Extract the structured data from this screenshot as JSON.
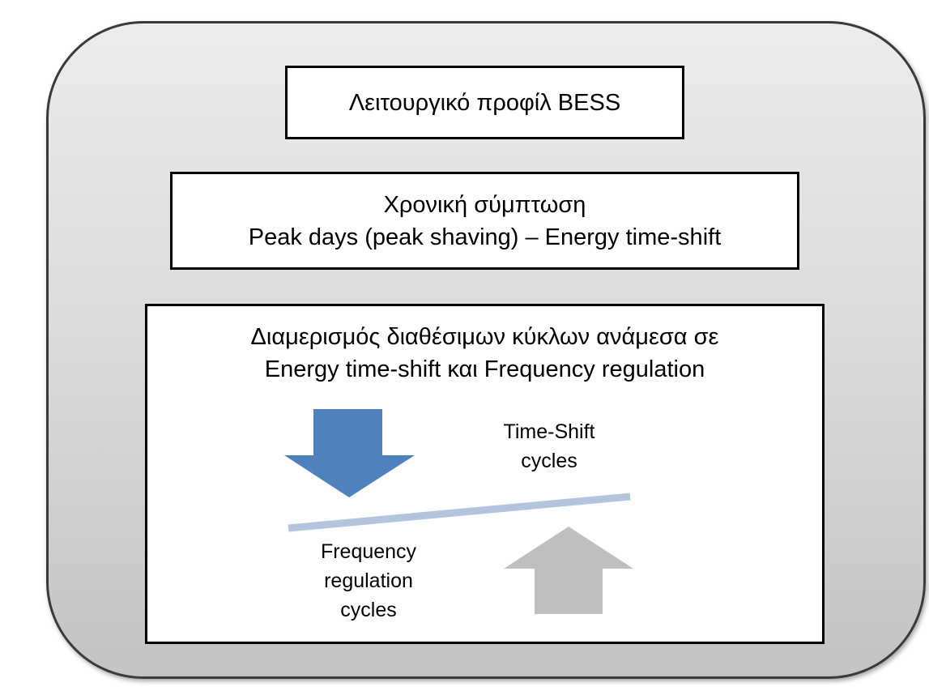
{
  "title_box": {
    "text": "Λειτουργικό προφίλ BESS"
  },
  "sync_box": {
    "line1": "Χρονική σύμπτωση",
    "line2": "Peak days (peak shaving) – Energy time-shift"
  },
  "allocation_box": {
    "line1": "Διαμερισμός διαθέσιμων κύκλων ανάμεσα   σε",
    "line2": "Energy time-shift και Frequency regulation"
  },
  "time_shift_label": {
    "line1": "Time-Shift",
    "line2": "cycles"
  },
  "frequency_label": {
    "line1": "Frequency",
    "line2": "regulation",
    "line3": "cycles"
  },
  "colors": {
    "down_arrow": "#4f81bd",
    "up_arrow": "#bfbfbf",
    "balance_beam": "#b4c4de",
    "border": "#000000",
    "panel_top": "#ececec",
    "panel_bottom": "#c3c3c3"
  }
}
